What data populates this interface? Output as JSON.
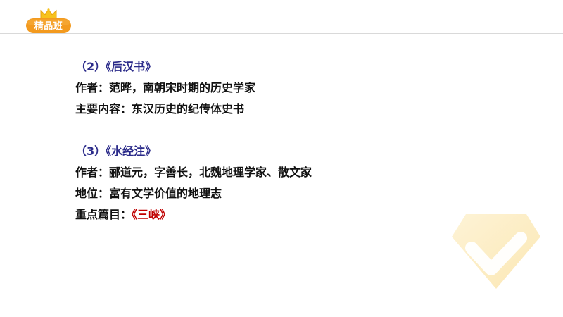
{
  "badge": {
    "label": "精品班",
    "icon": "crown-icon",
    "colors": {
      "badge_orange": "#f39a1e",
      "crown_yellow": "#f7c21b"
    }
  },
  "colors": {
    "heading": "#2b2b8a",
    "body_text": "#111111",
    "highlight": "#c00000",
    "watermark": "#fde9b6"
  },
  "sections": [
    {
      "heading": "（2）《后汉书》",
      "lines": [
        {
          "label": "作者：",
          "value": "范晔，南朝宋时期的历史学家"
        },
        {
          "label": "主要内容：",
          "value": "东汉历史的纪传体史书"
        }
      ]
    },
    {
      "heading": "（3）《水经注》",
      "lines": [
        {
          "label": "作者：",
          "value": "郦道元，字善长，北魏地理学家、散文家"
        },
        {
          "label": "地位：",
          "value": "富有文学价值的地理志"
        },
        {
          "label": "重点篇目：",
          "value": "《三峡》"
        }
      ]
    }
  ],
  "watermark": {
    "icon": "checkmark-diamond-icon"
  }
}
